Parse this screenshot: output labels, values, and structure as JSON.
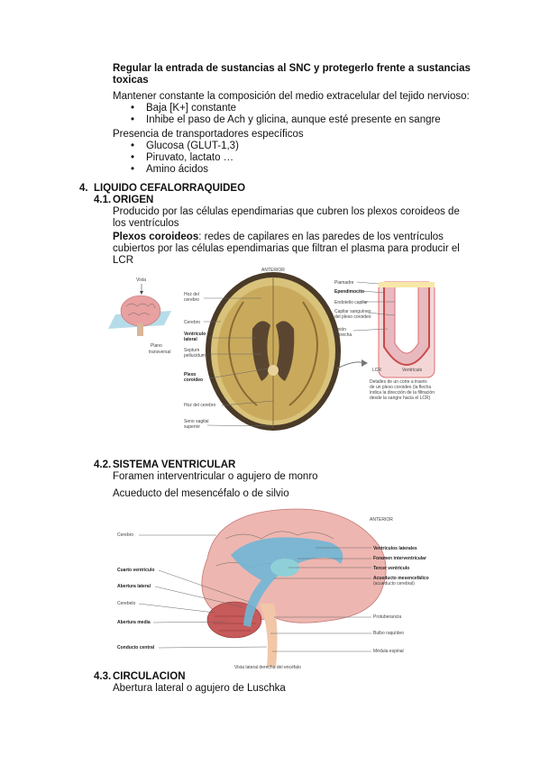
{
  "intro": {
    "heading": "Regular la entrada de sustancias al SNC y protegerlo frente a sustancias toxicas",
    "para1": "Mantener constante la composición del medio extracelular del tejido nervioso:",
    "list1": [
      "Baja [K+] constante",
      "Inhibe el paso de Ach y glicina, aunque esté presente en sangre"
    ],
    "para2": "Presencia de transportadores específicos",
    "list2": [
      "Glucosa (GLUT-1,3)",
      "Piruvato, lactato …",
      "Amino ácidos"
    ]
  },
  "section4": {
    "number": "4.",
    "title": "LIQUIDO CEFALORRAQUIDEO",
    "origen": {
      "number": "4.1.",
      "title": "ORIGEN",
      "text": "Producido por las células ependimarias que cubren los plexos coroideos de los ventrículos",
      "term": "Plexos coroideos",
      "text2": ": redes de capilares en las paredes de los ventrículos cubiertos por las células ependimarias que filtran el plasma para producir el LCR"
    },
    "sistema": {
      "number": "4.2.",
      "title": "SISTEMA VENTRICULAR",
      "line1": "Foramen interventricular o agujero de monro",
      "line2": "Acueducto del mesencéfalo o de silvio"
    },
    "circulacion": {
      "number": "4.3.",
      "title": "CIRCULACION",
      "line1": "Abertura lateral o agujero de Luschka"
    }
  },
  "figure1": {
    "anterior": "ANTERIOR",
    "vista": "Vista",
    "plano": "Plano",
    "transversal": "transversal",
    "left_labels": [
      "Hoz del",
      "cerebro",
      "Cerebro",
      "Ventrículo",
      "lateral",
      "Septum",
      "pellucidum",
      "Plexo",
      "coroideo",
      "Hoz del cerebro",
      "Seno sagital",
      "superior"
    ],
    "right_labels": [
      "Piamadre",
      "Ependimocito",
      "Endotelio capilar",
      "Capilar sanguíneo",
      "del plexo coroideo",
      "Unión",
      "estrecha",
      "LCR",
      "Ventrículo"
    ],
    "caption": [
      "Detalles de un corte a través",
      "de un plexo coroideo (la flecha",
      "indica la dirección de la filtración",
      "desde la sangre hacia el LCR)"
    ]
  },
  "figure2": {
    "anterior": "ANTERIOR",
    "left_labels": [
      "Cerebro",
      "Cuarto ventrículo",
      "Abertura lateral",
      "Cerebelo",
      "Abertura media",
      "Conducto central"
    ],
    "right_labels": [
      "Ventrículos laterales",
      "Foramen interventricular",
      "Tercer ventrículo",
      "Acueducto mesencefálico",
      "(acueducto cerebral)",
      "Protuberancia",
      "Bulbo raquídeo",
      "Médula espinal"
    ],
    "caption": "Vista lateral derecha del encéfalo"
  }
}
